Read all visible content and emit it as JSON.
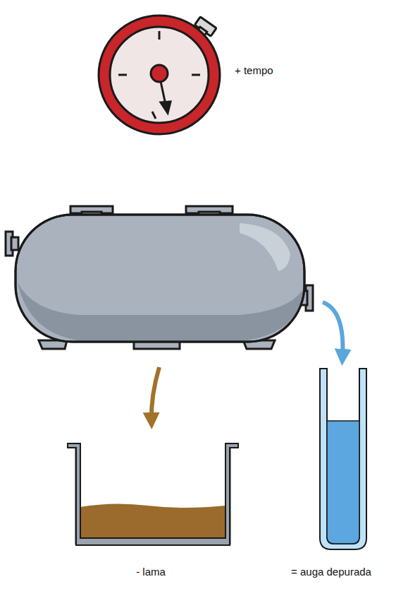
{
  "diagram": {
    "labels": [
      "+ tempo",
      "- lama",
      "= auga depurada"
    ]
  }
}
